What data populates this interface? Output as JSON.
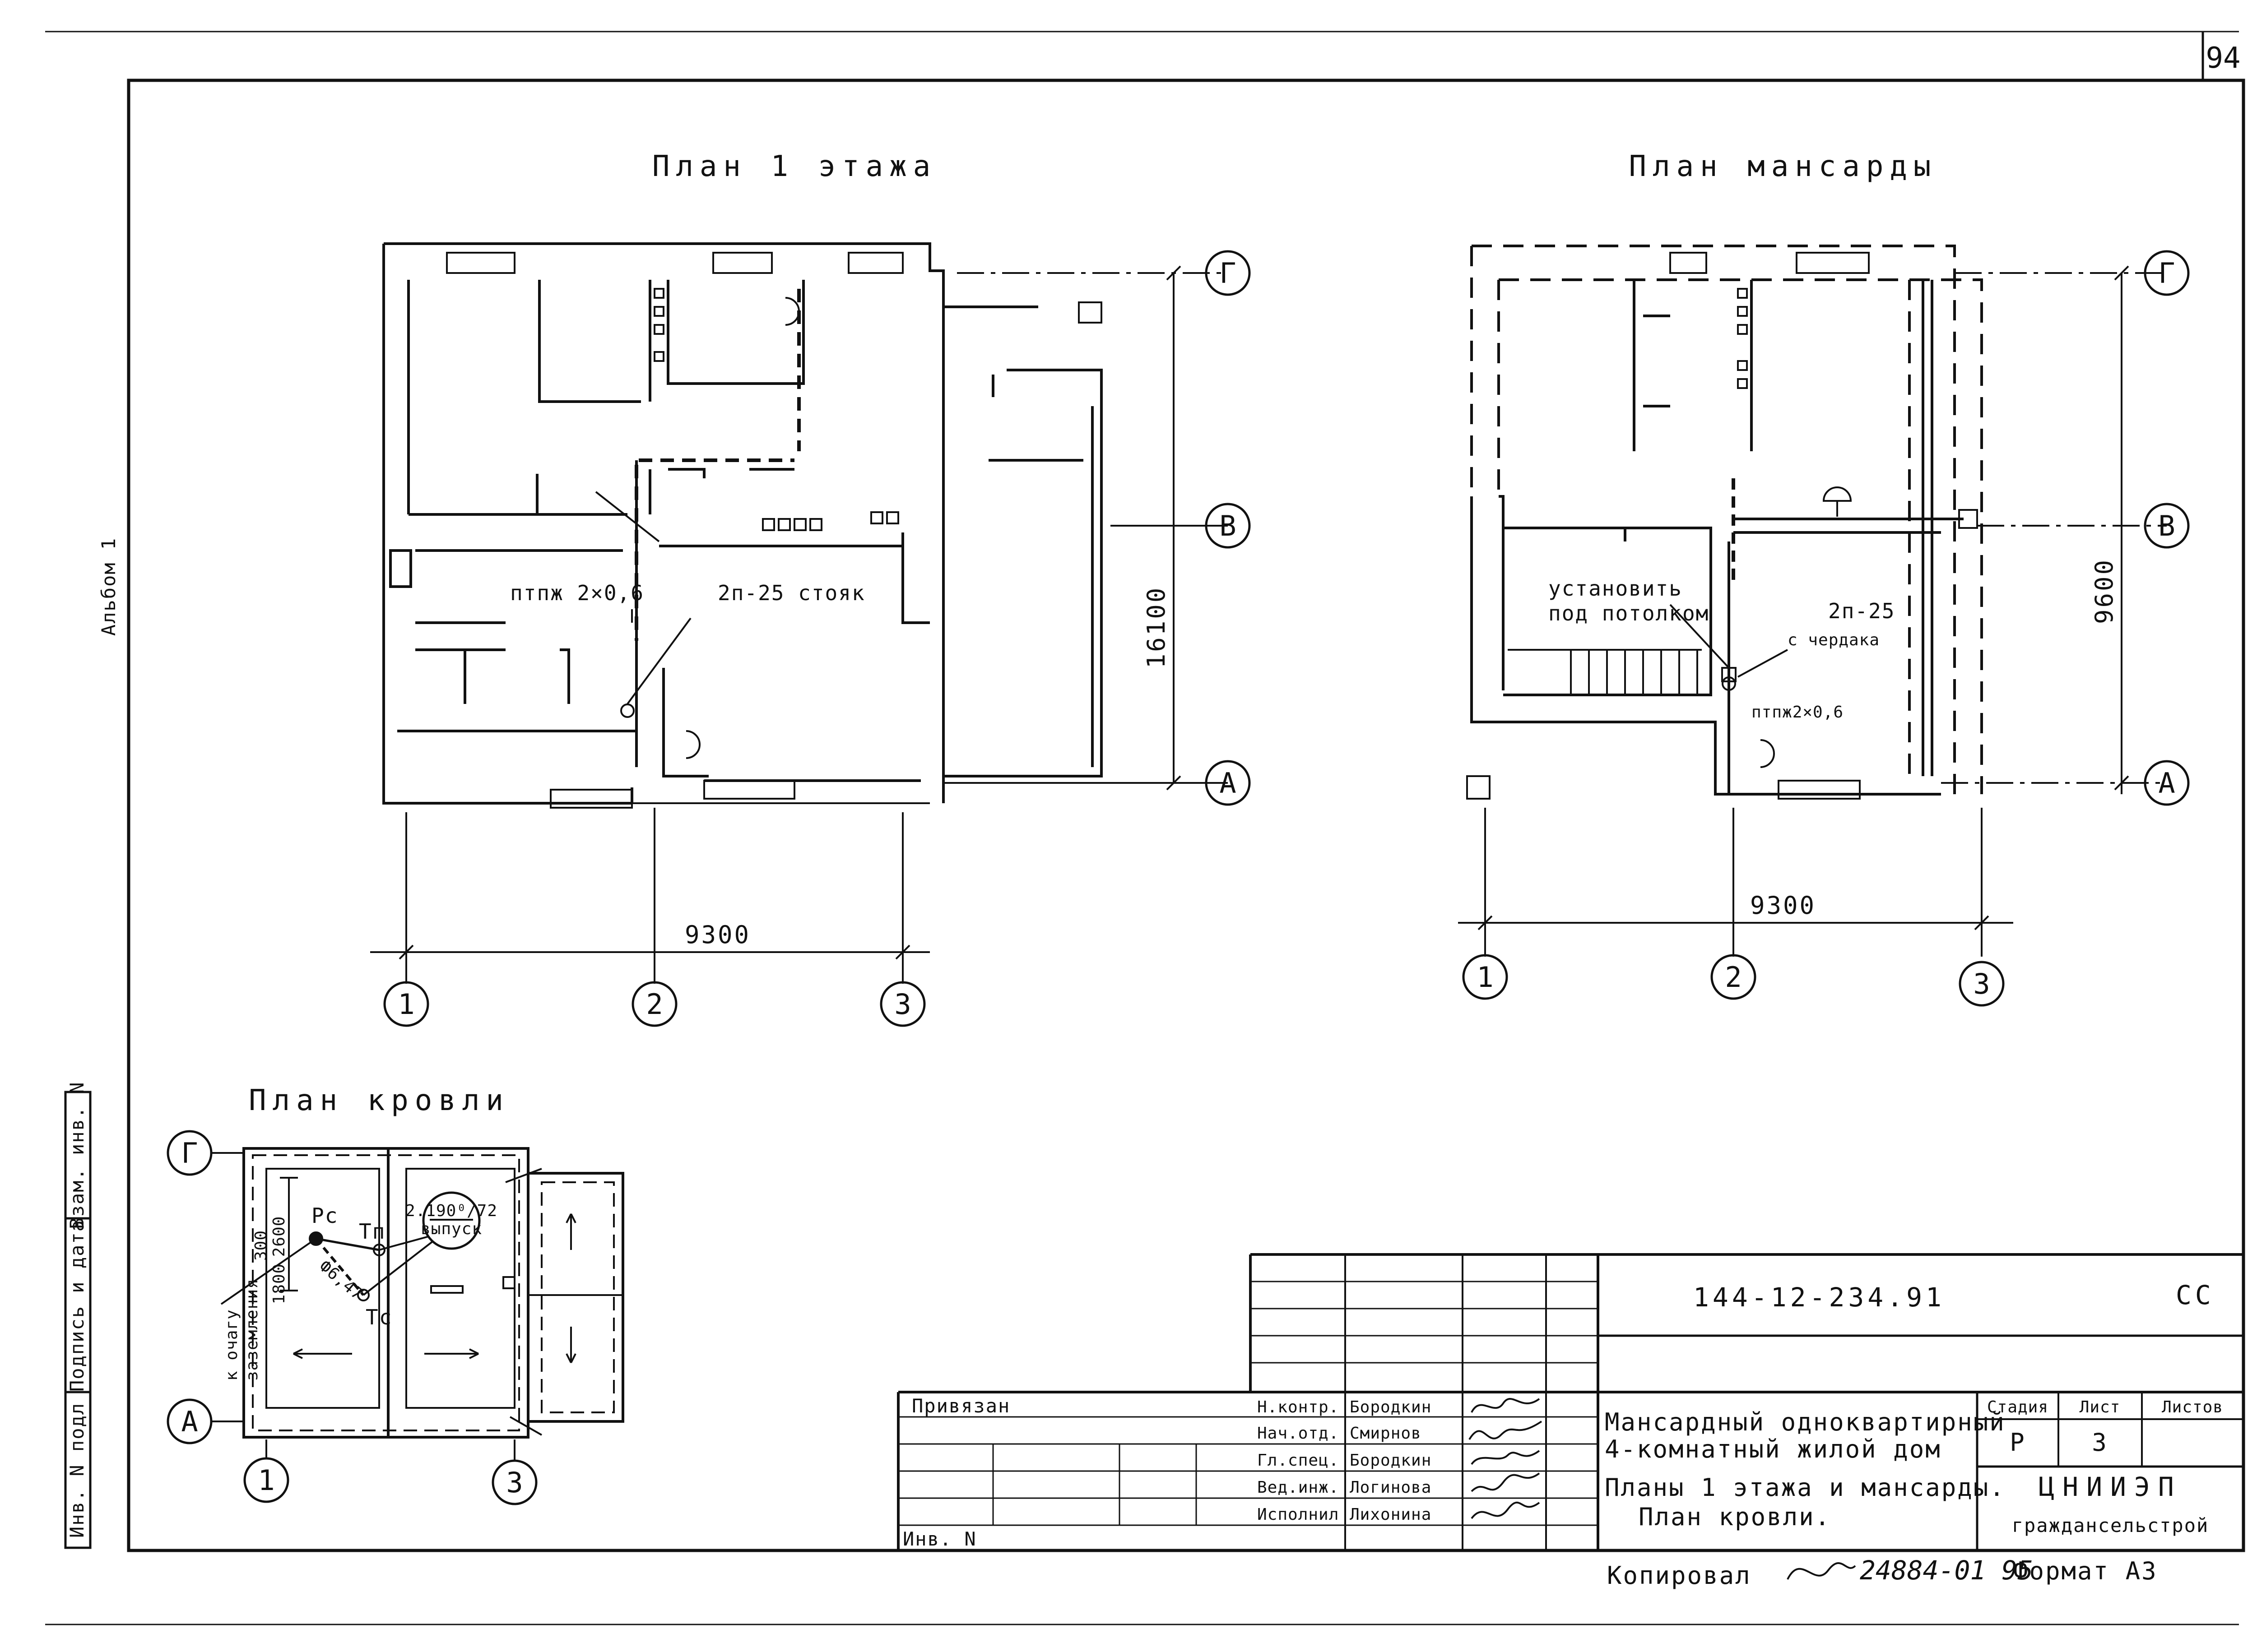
{
  "sheet": {
    "page_number": "94",
    "album": "Альбом 1"
  },
  "plans": {
    "first_floor": {
      "title": "План 1 этажа",
      "label_ptpzh": "птпж 2×0,6",
      "label_riser": "2п-25 стояк",
      "dim_width": "9300",
      "dim_depth": "16100",
      "axes_rows": [
        "Г",
        "В",
        "А"
      ],
      "axes_cols": [
        "1",
        "2",
        "3"
      ]
    },
    "attic": {
      "title": "План мансарды",
      "note_line1": "установить",
      "note_line2": "под потолком",
      "label_2p25": "2п-25",
      "label_from_attic": "с чердака",
      "label_ptpzh": "птпж2×0,6",
      "dim_width": "9300",
      "dim_depth": "9600",
      "axes_rows": [
        "Г",
        "В",
        "А"
      ],
      "axes_cols": [
        "1",
        "2",
        "3"
      ]
    },
    "roof": {
      "title": "План кровли",
      "label_pc": "Рс",
      "label_tp": "Тп",
      "label_tc": "Тс",
      "label_diam": "Ф6,47",
      "dim_2600": "2600",
      "dim_1800": "1800",
      "dim_300": "300",
      "outlet_line1": "2.190⁰/72",
      "outlet_line2": "выпуск",
      "grounding_line1": "к очагу",
      "grounding_line2": "заземления",
      "axes_rows": [
        "Г",
        "А"
      ],
      "axes_cols": [
        "1",
        "3"
      ]
    }
  },
  "left_stamp": {
    "cells": [
      "Инв. N подл",
      "Подпись и дата",
      "Взам. инв. N"
    ]
  },
  "title_block": {
    "privyazan": "Привязан",
    "inv_no": "Инв. N",
    "code": "144-12-234.91",
    "mark": "СС",
    "roles": [
      {
        "role": "Н.контр.",
        "name": "Бородкин"
      },
      {
        "role": "Нач.отд.",
        "name": "Смирнов"
      },
      {
        "role": "Гл.спец.",
        "name": "Бородкин"
      },
      {
        "role": "Вед.инж.",
        "name": "Логинова"
      },
      {
        "role": "Исполнил",
        "name": "Лихонина"
      }
    ],
    "project_line1": "Мансардный одноквартирный",
    "project_line2": "4-комнатный жилой дом",
    "sheet_line1": "Планы 1 этажа и мансарды.",
    "sheet_line2": "План кровли.",
    "stage_header": "Стадия",
    "sheet_header": "Лист",
    "sheets_header": "Листов",
    "stage": "Р",
    "sheet_no": "3",
    "org_line1": "ЦНИИЭП",
    "org_line2": "граждансельстрой"
  },
  "footer": {
    "copied_label": "Копировал",
    "order_no": "24884-01 95",
    "format": "Формат А3"
  }
}
